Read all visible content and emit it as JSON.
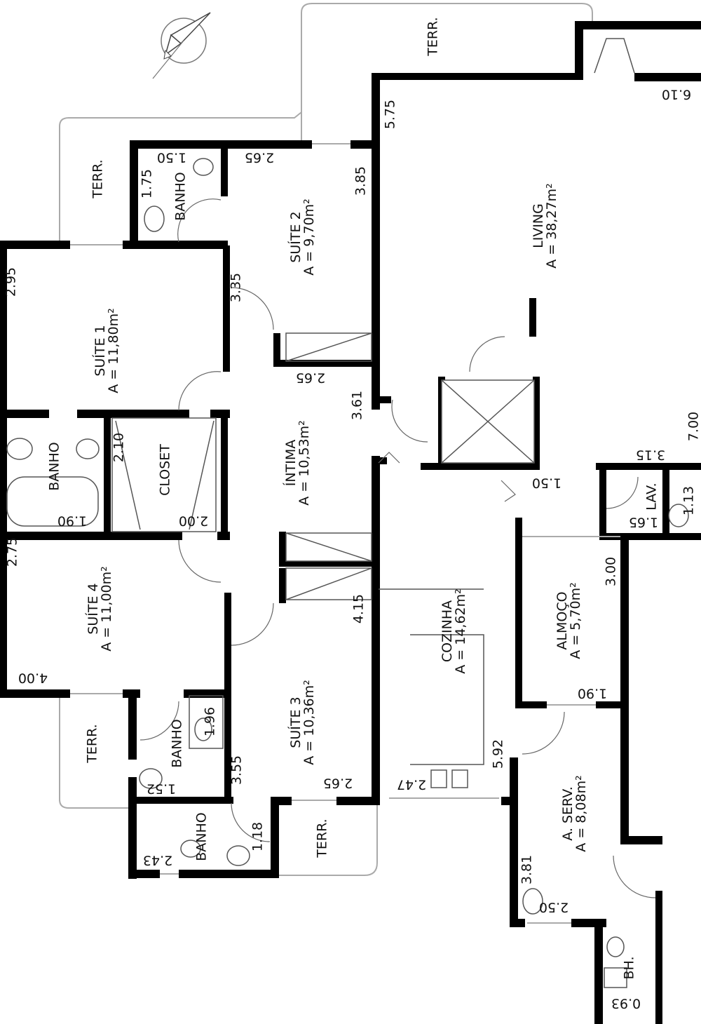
{
  "rooms": {
    "living": {
      "name": "LIVING",
      "area": "A = 38,27m²"
    },
    "suite1": {
      "name": "SUÍTE 1",
      "area": "A = 11,80m²"
    },
    "suite2": {
      "name": "SUÍTE 2",
      "area": "A = 9,70m²"
    },
    "suite3": {
      "name": "SUÍTE 3",
      "area": "A = 10,36m²"
    },
    "suite4": {
      "name": "SUÍTE 4",
      "area": "A = 11,00m²"
    },
    "intima": {
      "name": "ÍNTIMA",
      "area": "A = 10,53m²"
    },
    "cozinha": {
      "name": "COZINHA",
      "area": "A = 14,62m²"
    },
    "almoco": {
      "name": "ALMOÇO",
      "area": "A = 5,70m²"
    },
    "aserv": {
      "name": "A. SERV.",
      "area": "A = 8,08m²"
    },
    "closet": {
      "name": "CLOSET"
    },
    "banho": "BANHO",
    "lav": "LAV.",
    "bh": "BH.",
    "terr": "TERR."
  },
  "dims": {
    "living_w": "6.10",
    "living_h": "5.75",
    "suite2_w": "2.65",
    "suite2_h": "3.85",
    "suite2_bot": "2.65",
    "banho2_w": "1.50",
    "banho2_h": "1.75",
    "suite1_h": "2.95",
    "intima_h": "3.35",
    "hall_h": "3.61",
    "banho1_w": "1.90",
    "closet_h": "2.10",
    "closet_w": "2.00",
    "suite4_h": "2.75",
    "suite4_w": "4.00",
    "kitchen_h": "4.15",
    "suite3_h": "3.55",
    "suite3_w": "2.65",
    "banho4_h": "1.96",
    "banho4_w": "1.52",
    "banho3_h": "1.18",
    "banho3_w": "2.43",
    "kitchen_w": "2.47",
    "kitchen_side": "5.92",
    "elev_w": "1.50",
    "lav_w": "3.15",
    "lav_w2": "1.65",
    "lav_h": "1.13",
    "right_edge": "7.00",
    "almoco_h": "3.00",
    "almoco_w": "1.90",
    "serv_h": "3.81",
    "serv_w": "2.50",
    "bh_w": "0.93"
  }
}
